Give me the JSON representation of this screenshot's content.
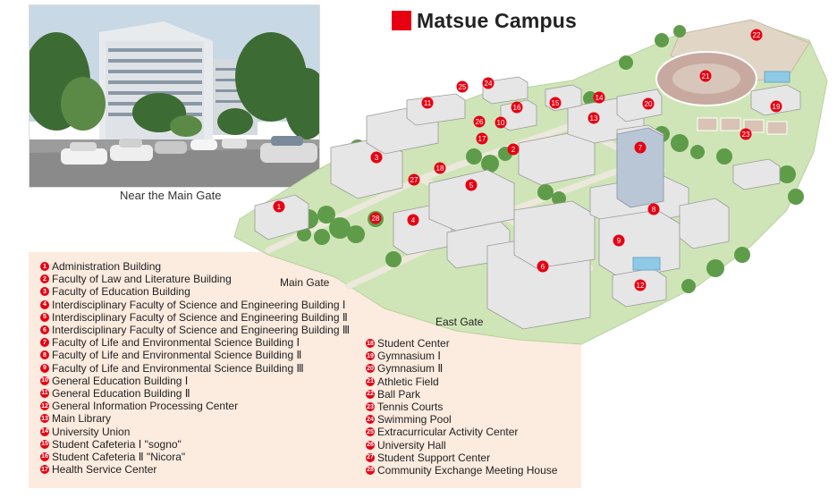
{
  "title": "Matsue Campus",
  "colors": {
    "accent": "#e60012",
    "legend_bg": "#fcebdf",
    "grass": "#c9e2b0",
    "tree": "#5f9c4a",
    "building": "#e6e6e6"
  },
  "photo_caption": "Near the Main Gate",
  "gates": {
    "main": "Main Gate",
    "east": "East Gate"
  },
  "legend_left": [
    {
      "num": "1",
      "label": "Administration Building"
    },
    {
      "num": "2",
      "label": "Faculty of Law and Literature Building"
    },
    {
      "num": "3",
      "label": "Faculty of Education Building"
    },
    {
      "num": "4",
      "label": "Interdisciplinary Faculty of Science and Engineering Building Ⅰ"
    },
    {
      "num": "5",
      "label": "Interdisciplinary Faculty of Science and Engineering Building Ⅱ"
    },
    {
      "num": "6",
      "label": "Interdisciplinary Faculty of Science and Engineering Building Ⅲ"
    },
    {
      "num": "7",
      "label": "Faculty of Life and Environmental Science Building Ⅰ"
    },
    {
      "num": "8",
      "label": "Faculty of Life and Environmental Science Building Ⅱ"
    },
    {
      "num": "9",
      "label": "Faculty of Life and Environmental Science Building Ⅲ"
    },
    {
      "num": "10",
      "label": "General Education Building Ⅰ"
    },
    {
      "num": "11",
      "label": "General Education Building Ⅱ"
    },
    {
      "num": "12",
      "label": "General Information Processing Center"
    },
    {
      "num": "13",
      "label": "Main Library"
    },
    {
      "num": "14",
      "label": "University Union"
    },
    {
      "num": "15",
      "label": "Student Cafeteria Ⅰ \"sogno\""
    },
    {
      "num": "16",
      "label": "Student Cafeteria Ⅱ \"Nicora\""
    },
    {
      "num": "17",
      "label": "Health Service Center"
    }
  ],
  "legend_right": [
    {
      "num": "18",
      "label": "Student Center"
    },
    {
      "num": "19",
      "label": "Gymnasium Ⅰ"
    },
    {
      "num": "20",
      "label": "Gymnasium Ⅱ"
    },
    {
      "num": "21",
      "label": "Athletic Field"
    },
    {
      "num": "22",
      "label": "Ball Park"
    },
    {
      "num": "23",
      "label": "Tennis Courts"
    },
    {
      "num": "24",
      "label": "Swimming Pool"
    },
    {
      "num": "25",
      "label": "Extracurricular Activity Center"
    },
    {
      "num": "26",
      "label": "University Hall"
    },
    {
      "num": "27",
      "label": "Student Support Center"
    },
    {
      "num": "28",
      "label": "Community Exchange Meeting House"
    }
  ]
}
